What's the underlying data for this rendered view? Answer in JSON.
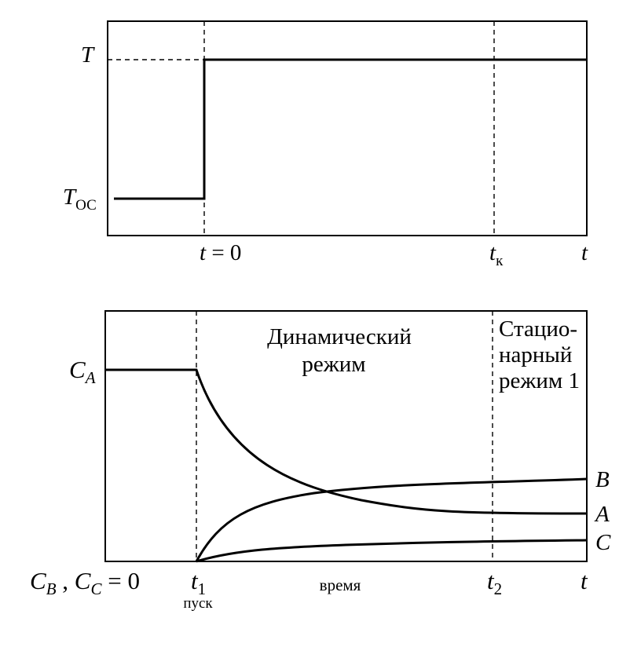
{
  "top_chart": {
    "y_label_high": "T",
    "y_label_low": "T",
    "y_label_low_sub": "ОС",
    "x_label_start_var": "t",
    "x_label_start_eq": " = 0",
    "x_label_end_var": "t",
    "x_label_end_sub": "к",
    "x_axis_var": "t"
  },
  "bottom_chart": {
    "y_label_ca": "C",
    "y_label_ca_sub": "A",
    "left_label_cb": "C",
    "left_label_cb_sub": "B",
    "left_label_sep": " , ",
    "left_label_cc": "C",
    "left_label_cc_sub": "C",
    "left_label_eq": " = 0",
    "t1_var": "t",
    "t1_sub": "1",
    "t1_caption": "пуск",
    "x_axis_caption": "время",
    "t2_var": "t",
    "t2_sub": "2",
    "x_axis_var": "t",
    "region_dynamic_line1": "Динамический",
    "region_dynamic_line2": "режим",
    "region_stationary_line1": "Стацио-",
    "region_stationary_line2": "нарный",
    "region_stationary_line3": "режим 1",
    "curve_labels": {
      "B": "B",
      "A": "A",
      "C": "C"
    }
  }
}
